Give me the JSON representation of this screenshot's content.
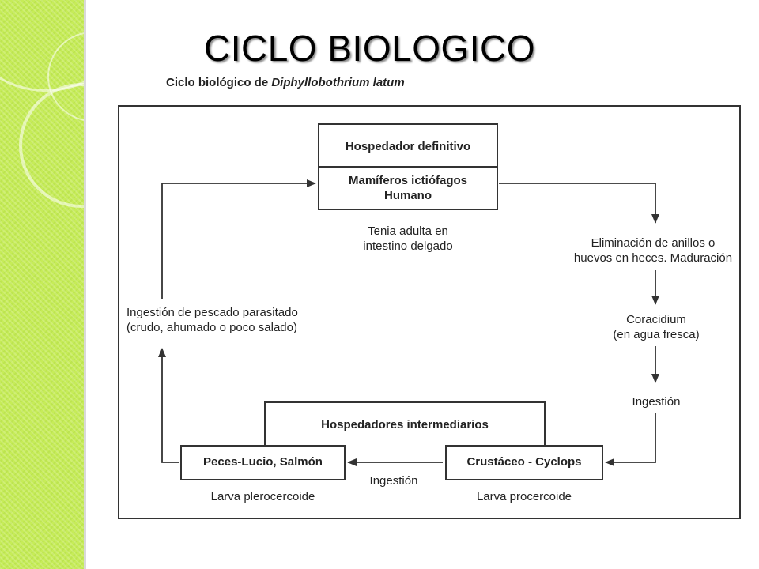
{
  "slide": {
    "title": "CICLO BIOLOGICO"
  },
  "figure": {
    "caption_prefix": "Ciclo biológico de ",
    "caption_species": "Diphyllobothrium latum"
  },
  "definitive_host": {
    "header": "Hospedador definitivo",
    "hosts_line1": "Mamíferos ictiófagos",
    "hosts_line2": "Humano",
    "note_line1": "Tenia adulta en",
    "note_line2": "intestino delgado"
  },
  "cycle": {
    "elimination_line1": "Eliminación de anillos o",
    "elimination_line2": "huevos en heces. Maduración",
    "coracidium_line1": "Coracidium",
    "coracidium_line2": "(en agua fresca)",
    "ingestion_right": "Ingestión",
    "ingestion_left_line1": "Ingestión de pescado parasitado",
    "ingestion_left_line2": "(crudo, ahumado o poco salado)"
  },
  "intermediate_hosts": {
    "header": "Hospedadores intermediarios",
    "crustacean": "Crustáceo - Cyclops",
    "crustacean_larva": "Larva procercoide",
    "fish": "Peces-Lucio, Salmón",
    "fish_larva": "Larva plerocercoide",
    "ingestion_between": "Ingestión"
  },
  "colors": {
    "sidebar": "#c6ec58",
    "line": "#333333",
    "text": "#222222"
  }
}
